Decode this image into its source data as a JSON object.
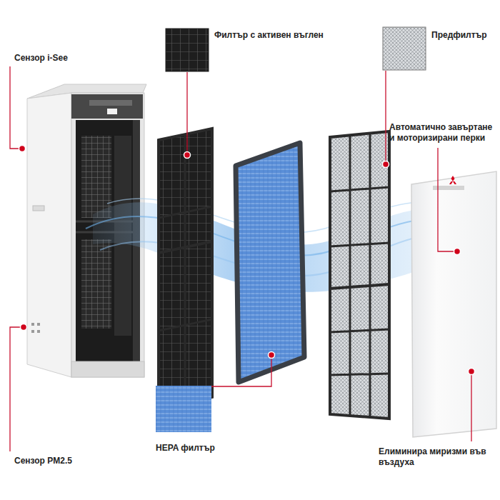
{
  "diagram": {
    "labels": [
      "Сензор i-See",
      "Филтър с активен въглен",
      "Предфилтър",
      "Автоматично завъртане и моторизирани перки",
      "HEPA филтър",
      "Сензор PM2.5",
      "Елиминира миризми във въздуха"
    ]
  }
}
